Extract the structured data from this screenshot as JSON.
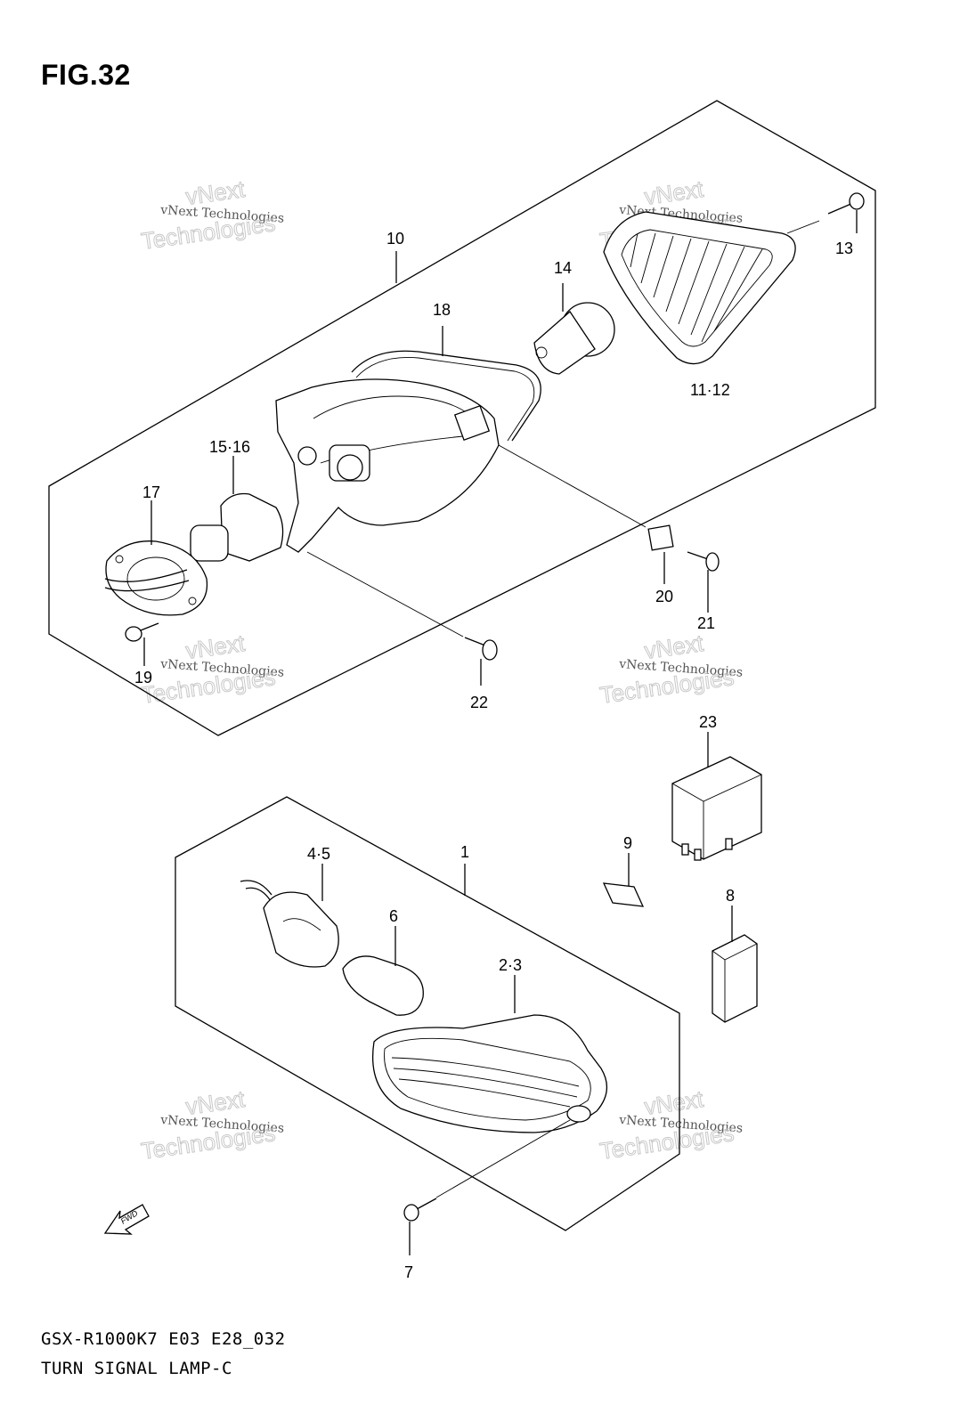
{
  "figure": {
    "title": "FIG.32"
  },
  "footer": {
    "model_code": "GSX-R1000K7 E03 E28_032",
    "caption": "TURN SIGNAL LAMP-C"
  },
  "watermark": {
    "line_small": "vNext Technologies",
    "line_big_top": "vNext",
    "line_big_bottom": "Technologies"
  },
  "fwd_label": "FWD",
  "callouts": [
    {
      "id": "c10",
      "text": "10"
    },
    {
      "id": "c13",
      "text": "13"
    },
    {
      "id": "c14",
      "text": "14"
    },
    {
      "id": "c18",
      "text": "18"
    },
    {
      "id": "c1112",
      "text": "11·12"
    },
    {
      "id": "c1516",
      "text": "15·16"
    },
    {
      "id": "c17",
      "text": "17"
    },
    {
      "id": "c20",
      "text": "20"
    },
    {
      "id": "c21",
      "text": "21"
    },
    {
      "id": "c19",
      "text": "19"
    },
    {
      "id": "c22",
      "text": "22"
    },
    {
      "id": "c23",
      "text": "23"
    },
    {
      "id": "c9",
      "text": "9"
    },
    {
      "id": "c8",
      "text": "8"
    },
    {
      "id": "c1",
      "text": "1"
    },
    {
      "id": "c45",
      "text": "4·5"
    },
    {
      "id": "c6",
      "text": "6"
    },
    {
      "id": "c23b",
      "text": "2·3"
    },
    {
      "id": "c7",
      "text": "7"
    }
  ]
}
